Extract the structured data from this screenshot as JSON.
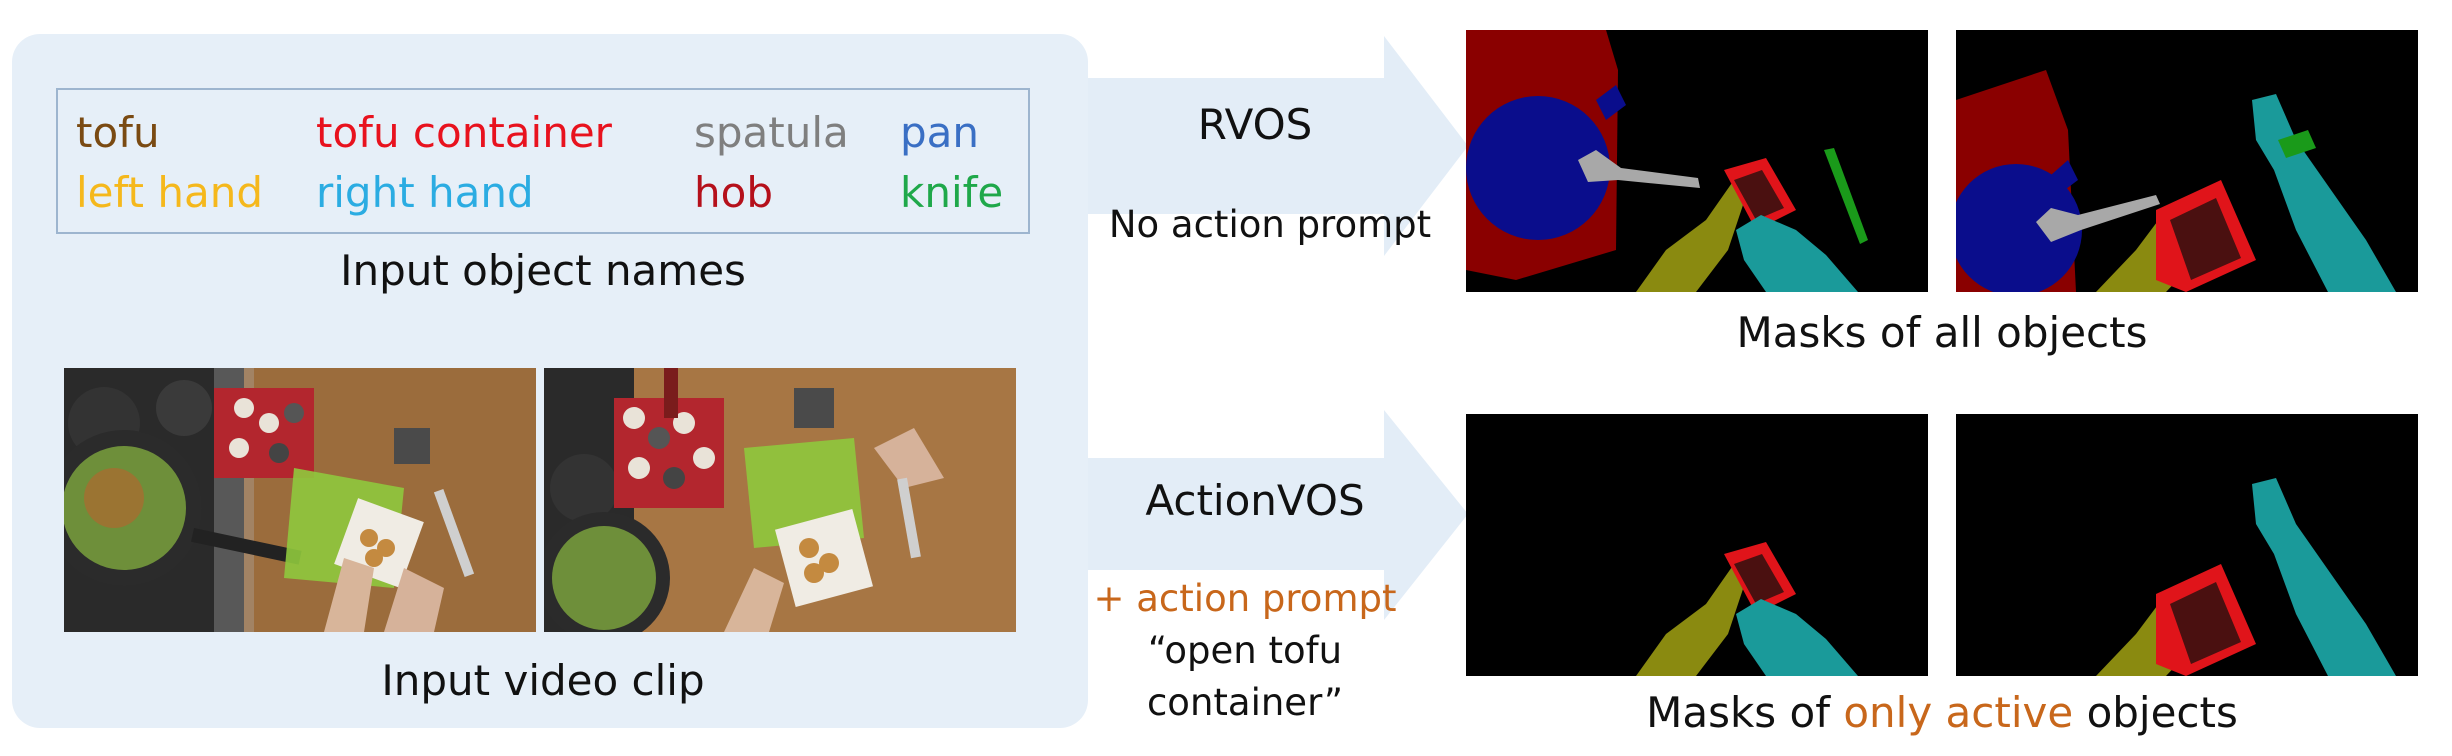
{
  "object_names": [
    {
      "label": "tofu",
      "color": "#7a4a12"
    },
    {
      "label": "tofu container",
      "color": "#e8121e"
    },
    {
      "label": "spatula",
      "color": "#7f7f7f"
    },
    {
      "label": "pan",
      "color": "#3a6fc4"
    },
    {
      "label": "left hand",
      "color": "#f5b81c"
    },
    {
      "label": "right hand",
      "color": "#2bace2"
    },
    {
      "label": "hob",
      "color": "#b5101b"
    },
    {
      "label": "knife",
      "color": "#1fa84a"
    }
  ],
  "captions": {
    "object_names": "Input object names",
    "video_clip": "Input video clip",
    "all_masks": "Masks of all objects",
    "active_masks_prefix": "Masks of ",
    "active_masks_highlight": "only active",
    "active_masks_suffix": " objects"
  },
  "rvos": {
    "label": "RVOS",
    "note": "No action prompt"
  },
  "actionvos": {
    "label": "ActionVOS",
    "prompt_label": "+ action prompt",
    "prompt_text_line1": "“open tofu",
    "prompt_text_line2": "container”"
  },
  "colors": {
    "panel_bg": "#e6eff8",
    "arrow": "#e3edf7",
    "highlight": "#c8671b",
    "mask_hob": "#8a0000",
    "mask_pan": "#0a0d8c",
    "mask_spatula": "#a8a8a8",
    "mask_container": "#e0141a",
    "mask_tofu": "#4a1010",
    "mask_left_hand": "#8a8a10",
    "mask_right_hand": "#1a9a9a",
    "mask_knife": "#1a9a1a"
  }
}
